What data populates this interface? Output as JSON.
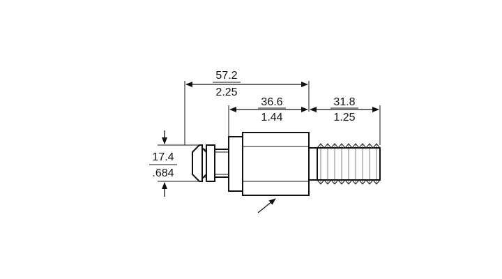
{
  "dimensions": {
    "overall": {
      "metric": "57.2",
      "imperial": "2.25"
    },
    "hex_body": {
      "metric": "36.6",
      "imperial": "1.44"
    },
    "thread": {
      "metric": "31.8",
      "imperial": "1.25"
    },
    "head_dia": {
      "metric": "17.4",
      "imperial": ".684"
    }
  }
}
